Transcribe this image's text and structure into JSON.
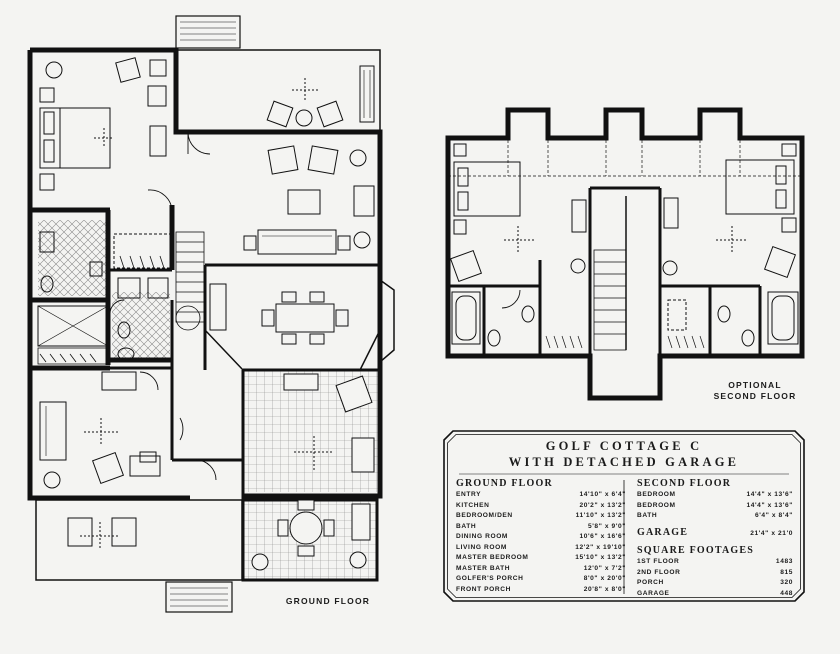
{
  "captions": {
    "ground_floor": "GROUND FLOOR",
    "second_floor_line1": "OPTIONAL",
    "second_floor_line2": "SECOND FLOOR"
  },
  "legend": {
    "title_line1": "GOLF COTTAGE C",
    "title_line2": "WITH DETACHED GARAGE",
    "ground_floor": {
      "heading": "GROUND FLOOR",
      "rooms": [
        {
          "name": "ENTRY",
          "size": "14'10\" x 6'4\""
        },
        {
          "name": "KITCHEN",
          "size": "20'2\" x 13'2\""
        },
        {
          "name": "BEDROOM/DEN",
          "size": "11'10\" x 13'2\""
        },
        {
          "name": "BATH",
          "size": "5'8\" x 9'0\""
        },
        {
          "name": "DINING ROOM",
          "size": "10'6\" x 16'6\""
        },
        {
          "name": "LIVING ROOM",
          "size": "12'2\" x 19'10\""
        },
        {
          "name": "MASTER BEDROOM",
          "size": "15'10\" x 13'2\""
        },
        {
          "name": "MASTER BATH",
          "size": "12'0\" x 7'2\""
        },
        {
          "name": "GOLFER'S PORCH",
          "size": "8'0\" x 20'0\""
        },
        {
          "name": "FRONT PORCH",
          "size": "20'8\" x 8'0\""
        }
      ]
    },
    "second_floor": {
      "heading": "SECOND FLOOR",
      "rooms": [
        {
          "name": "BEDROOM",
          "size": "14'4\" x 13'6\""
        },
        {
          "name": "BEDROOM",
          "size": "14'4\" x 13'6\""
        },
        {
          "name": "BATH",
          "size": "6'4\" x 8'4\""
        }
      ]
    },
    "garage": {
      "name": "GARAGE",
      "size": "21'4\" x 21'0"
    },
    "square_footages": {
      "heading": "SQUARE FOOTAGES",
      "rows": [
        {
          "name": "1ST FLOOR",
          "value": "1483"
        },
        {
          "name": "2ND FLOOR",
          "value": "815"
        },
        {
          "name": "PORCH",
          "value": "320"
        },
        {
          "name": "GARAGE",
          "value": "448"
        }
      ]
    }
  }
}
